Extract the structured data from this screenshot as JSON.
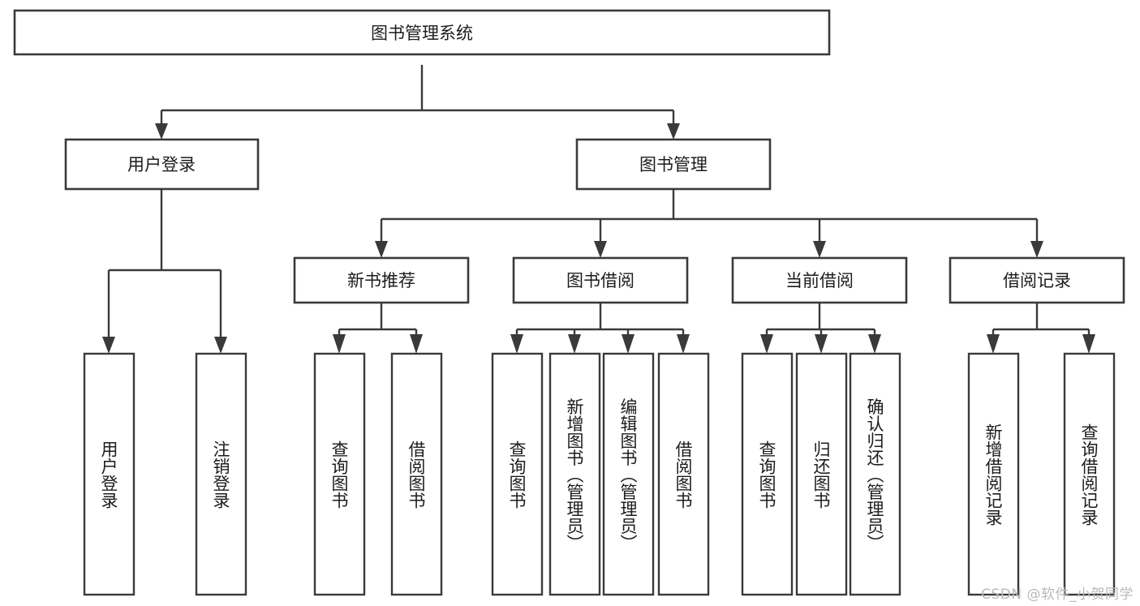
{
  "diagram": {
    "type": "tree-hierarchy-flowchart",
    "title": "图书管理系统",
    "watermark": "CSDN @软件_小贺同学",
    "colors": {
      "stroke": "#3a3a3a",
      "fill": "#ffffff",
      "text": "#1c1c1c",
      "watermark": "#b9b9b9"
    },
    "root": {
      "label": "图书管理系统",
      "orientation": "horizontal"
    },
    "level2": [
      {
        "label": "用户登录",
        "orientation": "horizontal"
      },
      {
        "label": "图书管理",
        "orientation": "horizontal"
      }
    ],
    "level3": [
      {
        "label": "新书推荐",
        "orientation": "horizontal"
      },
      {
        "label": "图书借阅",
        "orientation": "horizontal"
      },
      {
        "label": "当前借阅",
        "orientation": "horizontal"
      },
      {
        "label": "借阅记录",
        "orientation": "horizontal"
      }
    ],
    "leaves": {
      "user_login": [
        {
          "label": "用户登录",
          "orientation": "vertical"
        },
        {
          "label": "注销登录",
          "orientation": "vertical"
        }
      ],
      "new_book_recommend": [
        {
          "label": "查询图书",
          "orientation": "vertical"
        },
        {
          "label": "借阅图书",
          "orientation": "vertical"
        }
      ],
      "book_borrow": [
        {
          "label": "查询图书",
          "orientation": "vertical"
        },
        {
          "label": "新增图书（管理员）",
          "orientation": "vertical"
        },
        {
          "label": "编辑图书（管理员）",
          "orientation": "vertical"
        },
        {
          "label": "借阅图书",
          "orientation": "vertical"
        }
      ],
      "current_borrow": [
        {
          "label": "查询图书",
          "orientation": "vertical"
        },
        {
          "label": "归还图书",
          "orientation": "vertical"
        },
        {
          "label": "确认归还（管理员）",
          "orientation": "vertical"
        }
      ],
      "borrow_record": [
        {
          "label": "新增借阅记录",
          "orientation": "vertical"
        },
        {
          "label": "查询借阅记录",
          "orientation": "vertical"
        }
      ]
    }
  }
}
